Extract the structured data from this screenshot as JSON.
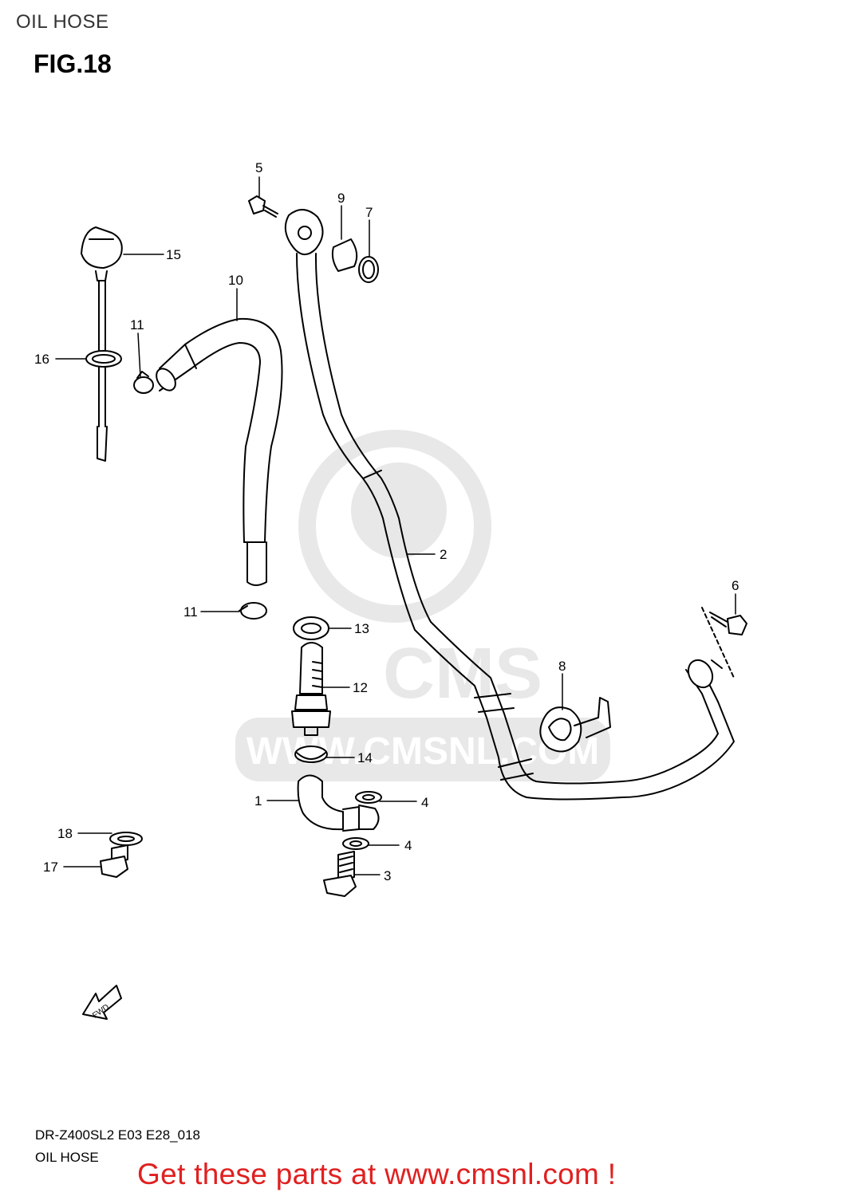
{
  "header": {
    "page_title": "OIL HOSE",
    "figure_title": "FIG.18"
  },
  "watermark": {
    "brand": "CMS",
    "url": "WWW.CMSNL.COM"
  },
  "callouts": {
    "c1": "1",
    "c2": "2",
    "c3": "3",
    "c4a": "4",
    "c4b": "4",
    "c5": "5",
    "c6": "6",
    "c7": "7",
    "c8": "8",
    "c9": "9",
    "c10": "10",
    "c11a": "11",
    "c11b": "11",
    "c12": "12",
    "c13": "13",
    "c14": "14",
    "c15": "15",
    "c16": "16",
    "c17": "17",
    "c18": "18"
  },
  "fwd_marker": "FWD",
  "footer": {
    "model_code": "DR-Z400SL2 E03 E28_018",
    "caption": "OIL HOSE",
    "cta": "Get these parts at www.cmsnl.com !"
  },
  "colors": {
    "line": "#000000",
    "watermark": "#e6e6e6",
    "cta": "#e02020"
  }
}
